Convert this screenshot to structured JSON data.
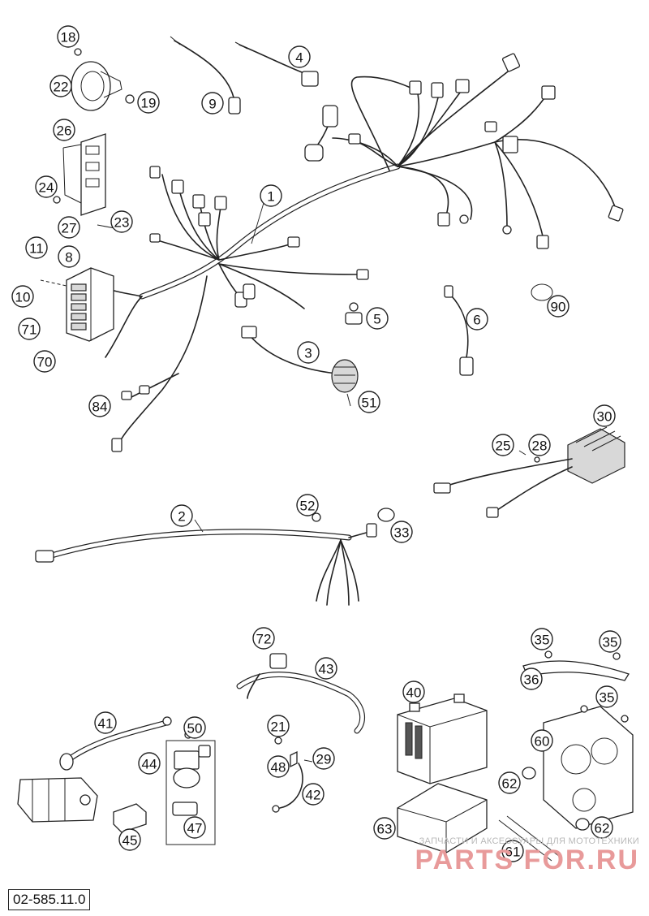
{
  "diagram": {
    "reference": "02-585.11.0",
    "watermark": {
      "small": "ЗАПЧАСТИ И АКСЕССУАРЫ ДЛЯ МОТОТЕХНИКИ",
      "big": "PARTS FOR.RU"
    },
    "callouts": [
      "1",
      "2",
      "3",
      "4",
      "5",
      "6",
      "8",
      "9",
      "10",
      "11",
      "18",
      "19",
      "21",
      "22",
      "23",
      "24",
      "25",
      "26",
      "27",
      "28",
      "29",
      "30",
      "33",
      "35",
      "35",
      "35",
      "36",
      "40",
      "41",
      "42",
      "43",
      "44",
      "45",
      "47",
      "48",
      "50",
      "51",
      "52",
      "60",
      "61",
      "62",
      "62",
      "63",
      "70",
      "71",
      "72",
      "84",
      "90"
    ]
  }
}
